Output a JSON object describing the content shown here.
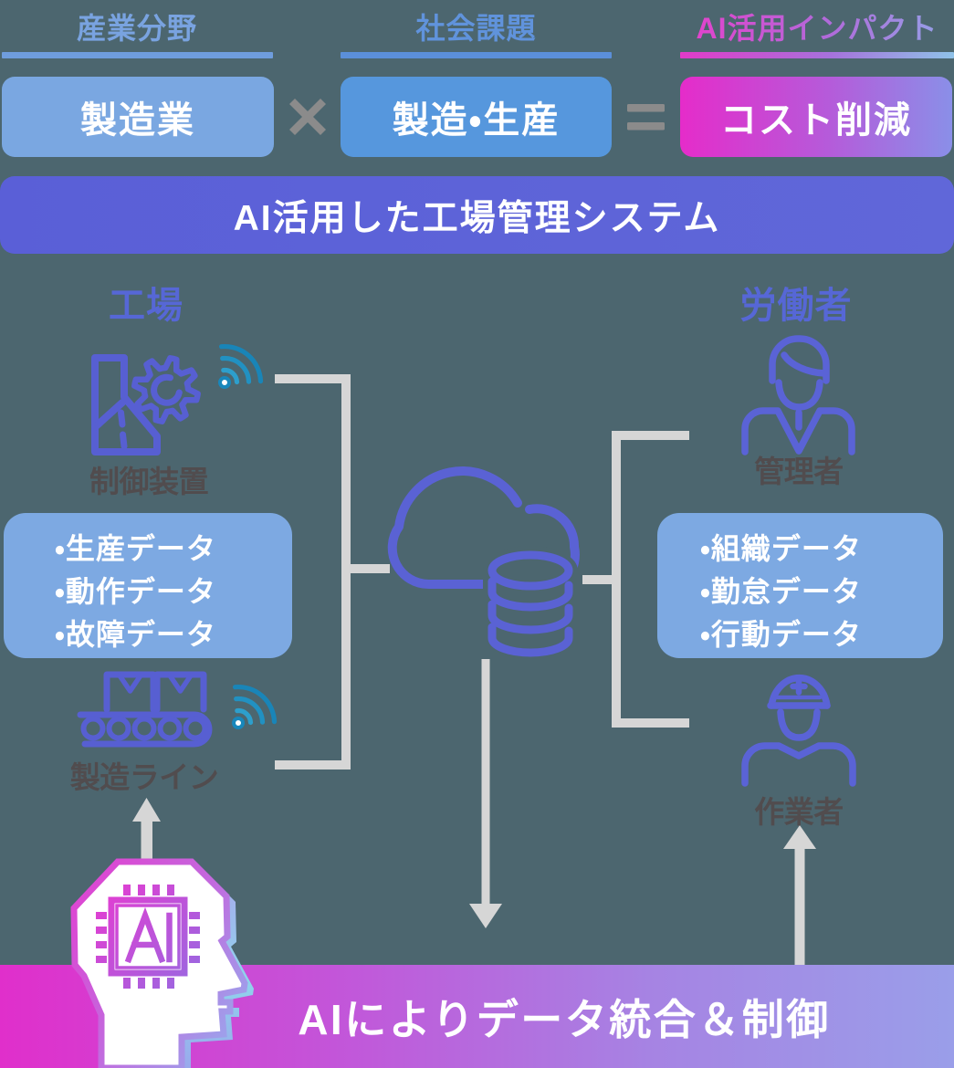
{
  "header": {
    "columns": [
      {
        "label": "産業分野"
      },
      {
        "label": "社会課題"
      },
      {
        "label": "AI活用インパクト"
      }
    ],
    "operator_multiply": "×",
    "operator_equals": "＝"
  },
  "formula": {
    "industry": "製造業",
    "issue": "製造・生産",
    "impact": "コスト削減"
  },
  "system_banner": "AI活用した工場管理システム",
  "factory": {
    "title": "工場",
    "device_label": "制御装置",
    "line_label": "製造ライン",
    "data_items": [
      "・生産データ",
      "・動作データ",
      "・故障データ"
    ]
  },
  "workers": {
    "title": "労働者",
    "manager_label": "管理者",
    "worker_label": "作業者",
    "data_items": [
      "・組織データ",
      "・勤怠データ",
      "・行動データ"
    ]
  },
  "ai": {
    "chip_text": "AI",
    "banner": "AIによりデータ統合＆制御"
  },
  "palette": {
    "background": "#4c666f",
    "light_blue_box": "#7aa7e1",
    "blue_box": "#5697dd",
    "magenta": "#e52cca",
    "periwinkle": "#8a8fe8",
    "system_banner": "#5c63d8",
    "data_box": "#7da9e2",
    "icon_indigo": "#5a62d4",
    "wifi_teal": "#1f8cbe",
    "connector_gray": "#d6d6d6",
    "dark_label": "#514c4e",
    "section_title": "#5667d6"
  }
}
